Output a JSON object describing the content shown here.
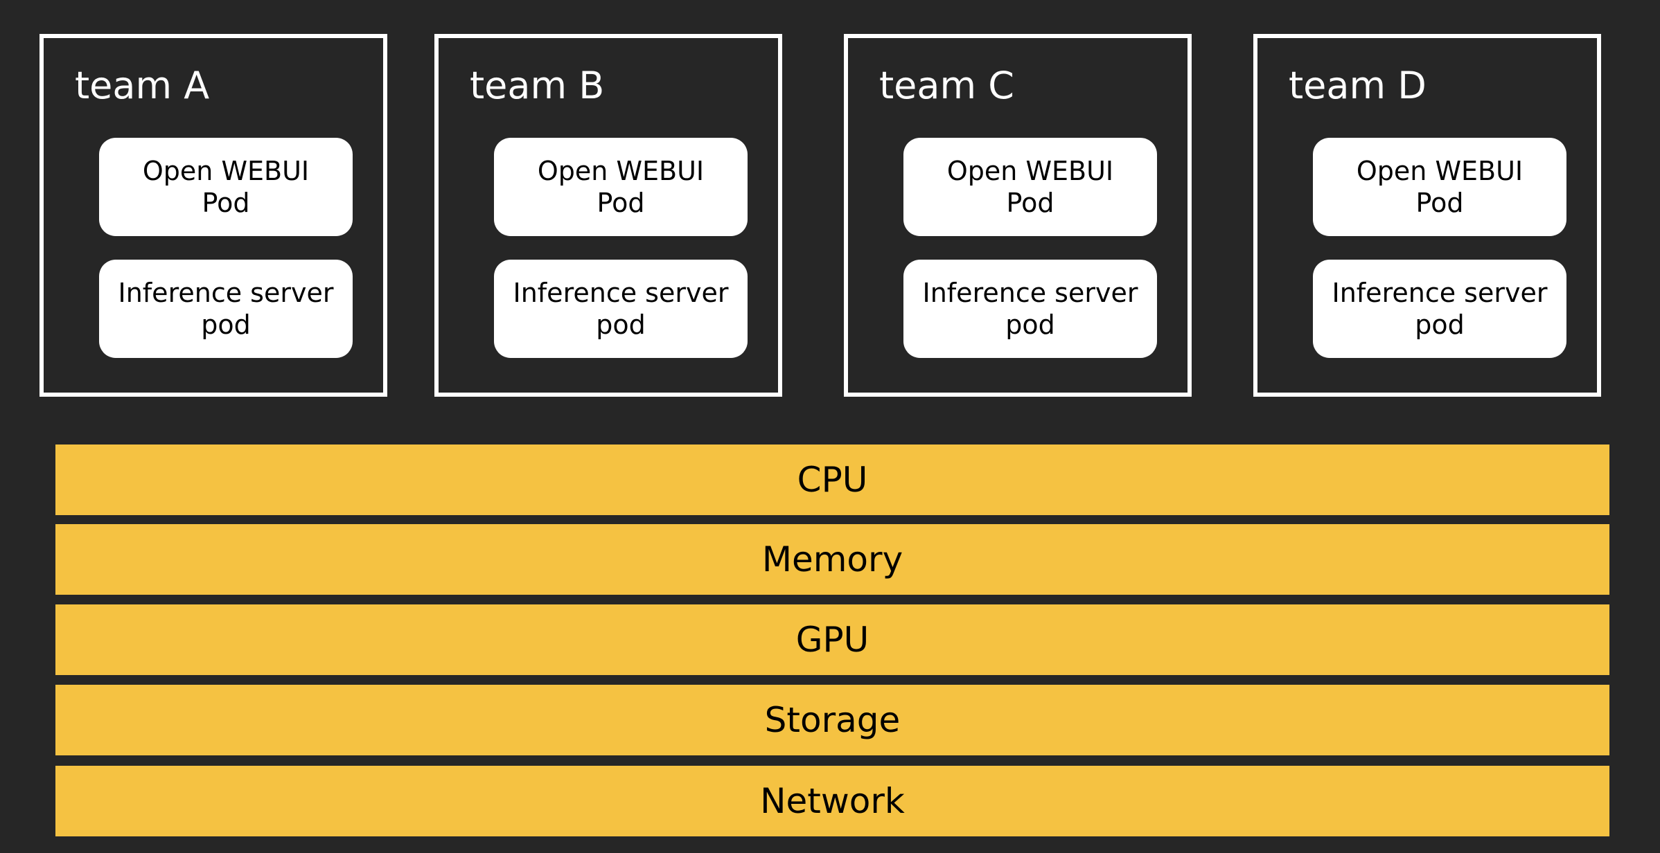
{
  "colors": {
    "background": "#262626",
    "team_border": "#ffffff",
    "pod_fill": "#ffffff",
    "resource_fill": "#f5c242"
  },
  "teams": [
    {
      "title": "team A",
      "pods": [
        {
          "line1": "Open WEBUI",
          "line2": "Pod"
        },
        {
          "line1": "Inference server",
          "line2": "pod"
        }
      ]
    },
    {
      "title": "team B",
      "pods": [
        {
          "line1": "Open WEBUI",
          "line2": "Pod"
        },
        {
          "line1": "Inference server",
          "line2": "pod"
        }
      ]
    },
    {
      "title": "team C",
      "pods": [
        {
          "line1": "Open WEBUI",
          "line2": "Pod"
        },
        {
          "line1": "Inference server",
          "line2": "pod"
        }
      ]
    },
    {
      "title": "team D",
      "pods": [
        {
          "line1": "Open WEBUI",
          "line2": "Pod"
        },
        {
          "line1": "Inference server",
          "line2": "pod"
        }
      ]
    }
  ],
  "resources": [
    {
      "label": "CPU"
    },
    {
      "label": "Memory"
    },
    {
      "label": "GPU"
    },
    {
      "label": "Storage"
    },
    {
      "label": "Network"
    }
  ]
}
